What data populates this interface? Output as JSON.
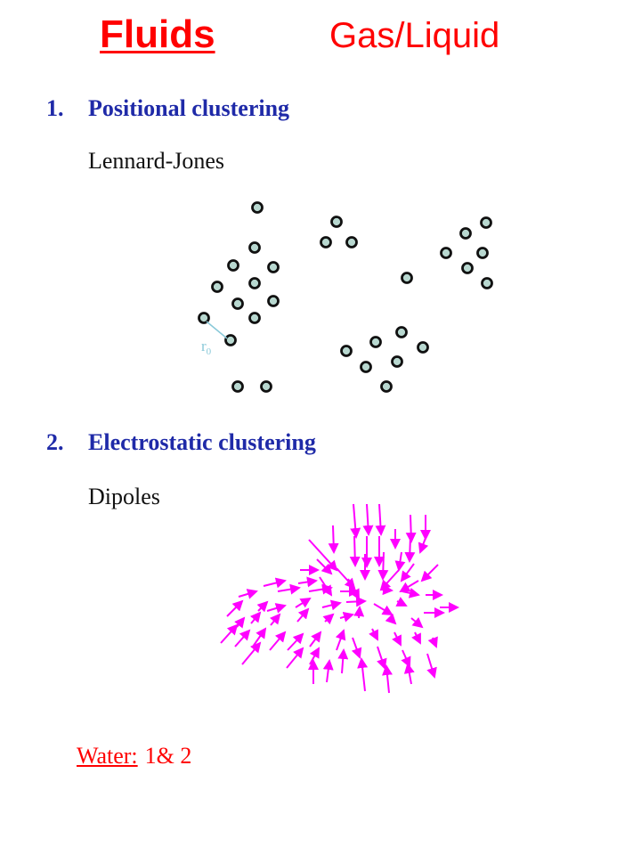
{
  "title": {
    "main": "Fluids",
    "sub": "Gas/Liquid"
  },
  "item1": {
    "number": "1.",
    "heading": "Positional clustering",
    "model": "Lennard-Jones",
    "distance_label": "r",
    "distance_sub": "0"
  },
  "item2": {
    "number": "2.",
    "heading": "Electrostatic clustering",
    "model": "Dipoles"
  },
  "footer": {
    "label": "Water:",
    "value": "1& 2"
  },
  "colors": {
    "title": "#ff0000",
    "heading": "#1f2aa8",
    "particle_fill": "#b8d8d0",
    "particle_stroke": "#111111",
    "dipole": "#ff00ff",
    "distance": "#88c8d8"
  }
}
